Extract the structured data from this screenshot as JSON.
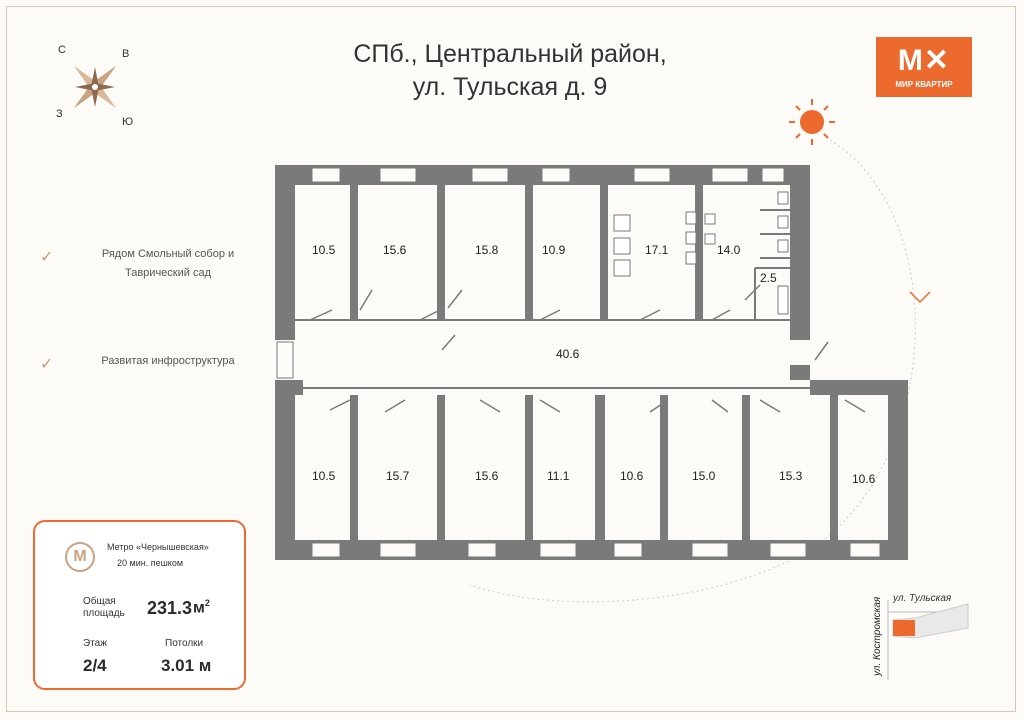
{
  "header": {
    "title_line1": "СПб., Центральный район,",
    "title_line2": "ул. Тульская д. 9"
  },
  "logo": {
    "mark": "M✕",
    "text": "МИР КВАРТИР",
    "color": "#ed6a2e"
  },
  "compass": {
    "north": "С",
    "east": "В",
    "west": "З",
    "south": "Ю",
    "icon": "compass-rose-icon"
  },
  "features": [
    {
      "line1": "Рядом Смольный собор и",
      "line2": "Таврический сад"
    },
    {
      "line1": "Развитая инфроструктура",
      "line2": ""
    }
  ],
  "info": {
    "metro_name": "Метро «Чернышевская»",
    "metro_walk": "20 мин. пешком",
    "area_label_1": "Общая",
    "area_label_2": "площадь",
    "area_value": "231.3",
    "area_unit": "м",
    "area_unit_sup": "2",
    "floor_label": "Этаж",
    "floor_value": "2/4",
    "ceiling_label": "Потолки",
    "ceiling_value": "3.01 м"
  },
  "rooms": {
    "top": [
      "10.5",
      "15.6",
      "15.8",
      "10.9",
      "17.1",
      "14.0",
      "2.5"
    ],
    "corridor": "40.6",
    "bottom": [
      "10.5",
      "15.7",
      "15.6",
      "11.1",
      "10.6",
      "15.0",
      "15.3",
      "10.6"
    ]
  },
  "streets": {
    "main": "ул. Тульская",
    "side": "ул. Костромская"
  },
  "colors": {
    "wall": "#7a7a7a",
    "accent": "#ed6a2e",
    "beige": "#c9a27f"
  }
}
